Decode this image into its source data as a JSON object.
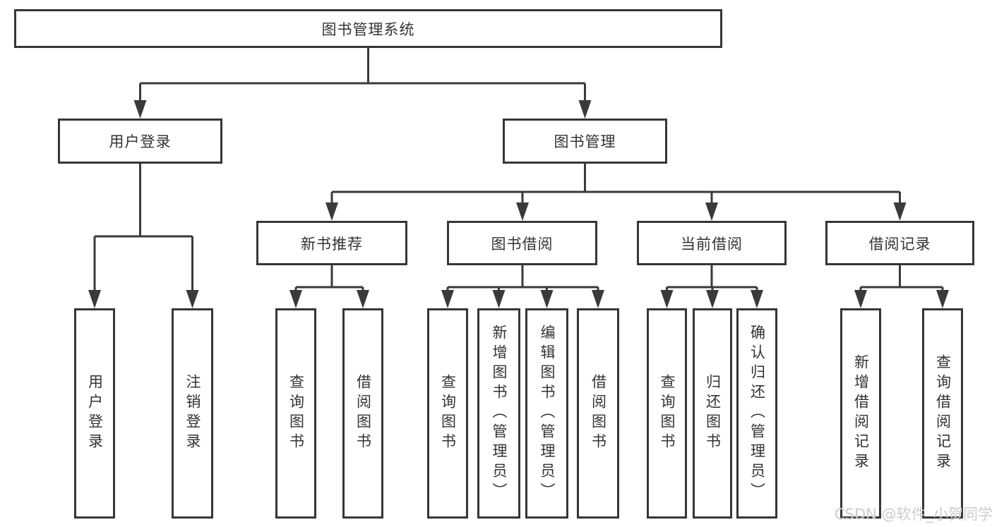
{
  "tree": {
    "label": "图书管理系统",
    "children": [
      {
        "label": "用户登录",
        "children": [
          {
            "label": "用户登录"
          },
          {
            "label": "注销登录"
          }
        ]
      },
      {
        "label": "图书管理",
        "children": [
          {
            "label": "新书推荐",
            "children": [
              {
                "label": "查询图书"
              },
              {
                "label": "借阅图书"
              }
            ]
          },
          {
            "label": "图书借阅",
            "children": [
              {
                "label": "查询图书"
              },
              {
                "label": "新增图书（管理员）"
              },
              {
                "label": "编辑图书（管理员）"
              },
              {
                "label": "借阅图书"
              }
            ]
          },
          {
            "label": "当前借阅",
            "children": [
              {
                "label": "查询图书"
              },
              {
                "label": "归还图书"
              },
              {
                "label": "确认归还（管理员）"
              }
            ]
          },
          {
            "label": "借阅记录",
            "children": [
              {
                "label": "新增借阅记录"
              },
              {
                "label": "查询借阅记录"
              }
            ]
          }
        ]
      }
    ]
  },
  "watermark": "CSDN @软件_小贺同学",
  "colors": {
    "line": "#3a3a3a",
    "box_border": "#363636",
    "box_fill": "#ffffff",
    "text": "#333333",
    "watermark": "#c9c9c9",
    "background": "#ffffff"
  }
}
